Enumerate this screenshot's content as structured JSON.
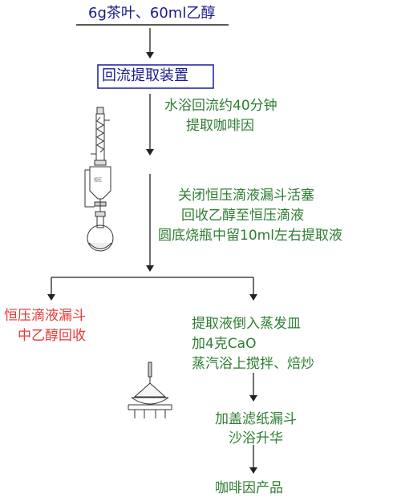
{
  "start": {
    "text": "6g茶叶、60ml乙醇"
  },
  "apparatus_box": {
    "text": "回流提取装置"
  },
  "step1": {
    "line1": "水浴回流约40分钟",
    "line2": "提取咖啡因"
  },
  "step2": {
    "line1": "关闭恒压滴液漏斗活塞",
    "line2": "回收乙醇至恒压滴液",
    "line3": "圆底烧瓶中留10ml左右提取液"
  },
  "left_branch": {
    "line1": "恒压滴液漏斗",
    "line2": "中乙醇回收"
  },
  "right_branch": {
    "line1": "提取液倒入蒸发皿",
    "line2": "加4克CaO",
    "line3": "蒸汽浴上搅拌、焙炒"
  },
  "step3": {
    "line1": "加盖滤纸漏斗",
    "line2": "沙浴升华"
  },
  "product": {
    "text": "咖啡因产品"
  },
  "colors": {
    "green": "#2e7d32",
    "red": "#e53935",
    "navy": "#1a1a8c",
    "box_border": "#1a1aa0"
  }
}
